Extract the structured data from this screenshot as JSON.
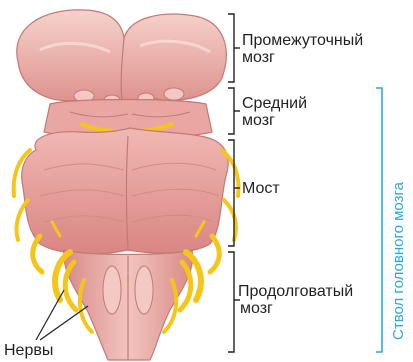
{
  "labels": {
    "diencephalon_line1": "Промежуточный",
    "diencephalon_line2": "мозг",
    "midbrain_line1": "Средний",
    "midbrain_line2": "мозг",
    "pons": "Мост",
    "medulla_line1": "Продолговатый",
    "medulla_line2": "мозг",
    "nerves": "Нервы",
    "brainstem": "Ствол головного мозга"
  },
  "colors": {
    "tissue": "#e9a3a0",
    "tissue_dark": "#c97774",
    "tissue_light": "#f6c9c4",
    "nerve": "#f5c518",
    "bracket": "#231f20",
    "accent": "#29a8e0"
  }
}
